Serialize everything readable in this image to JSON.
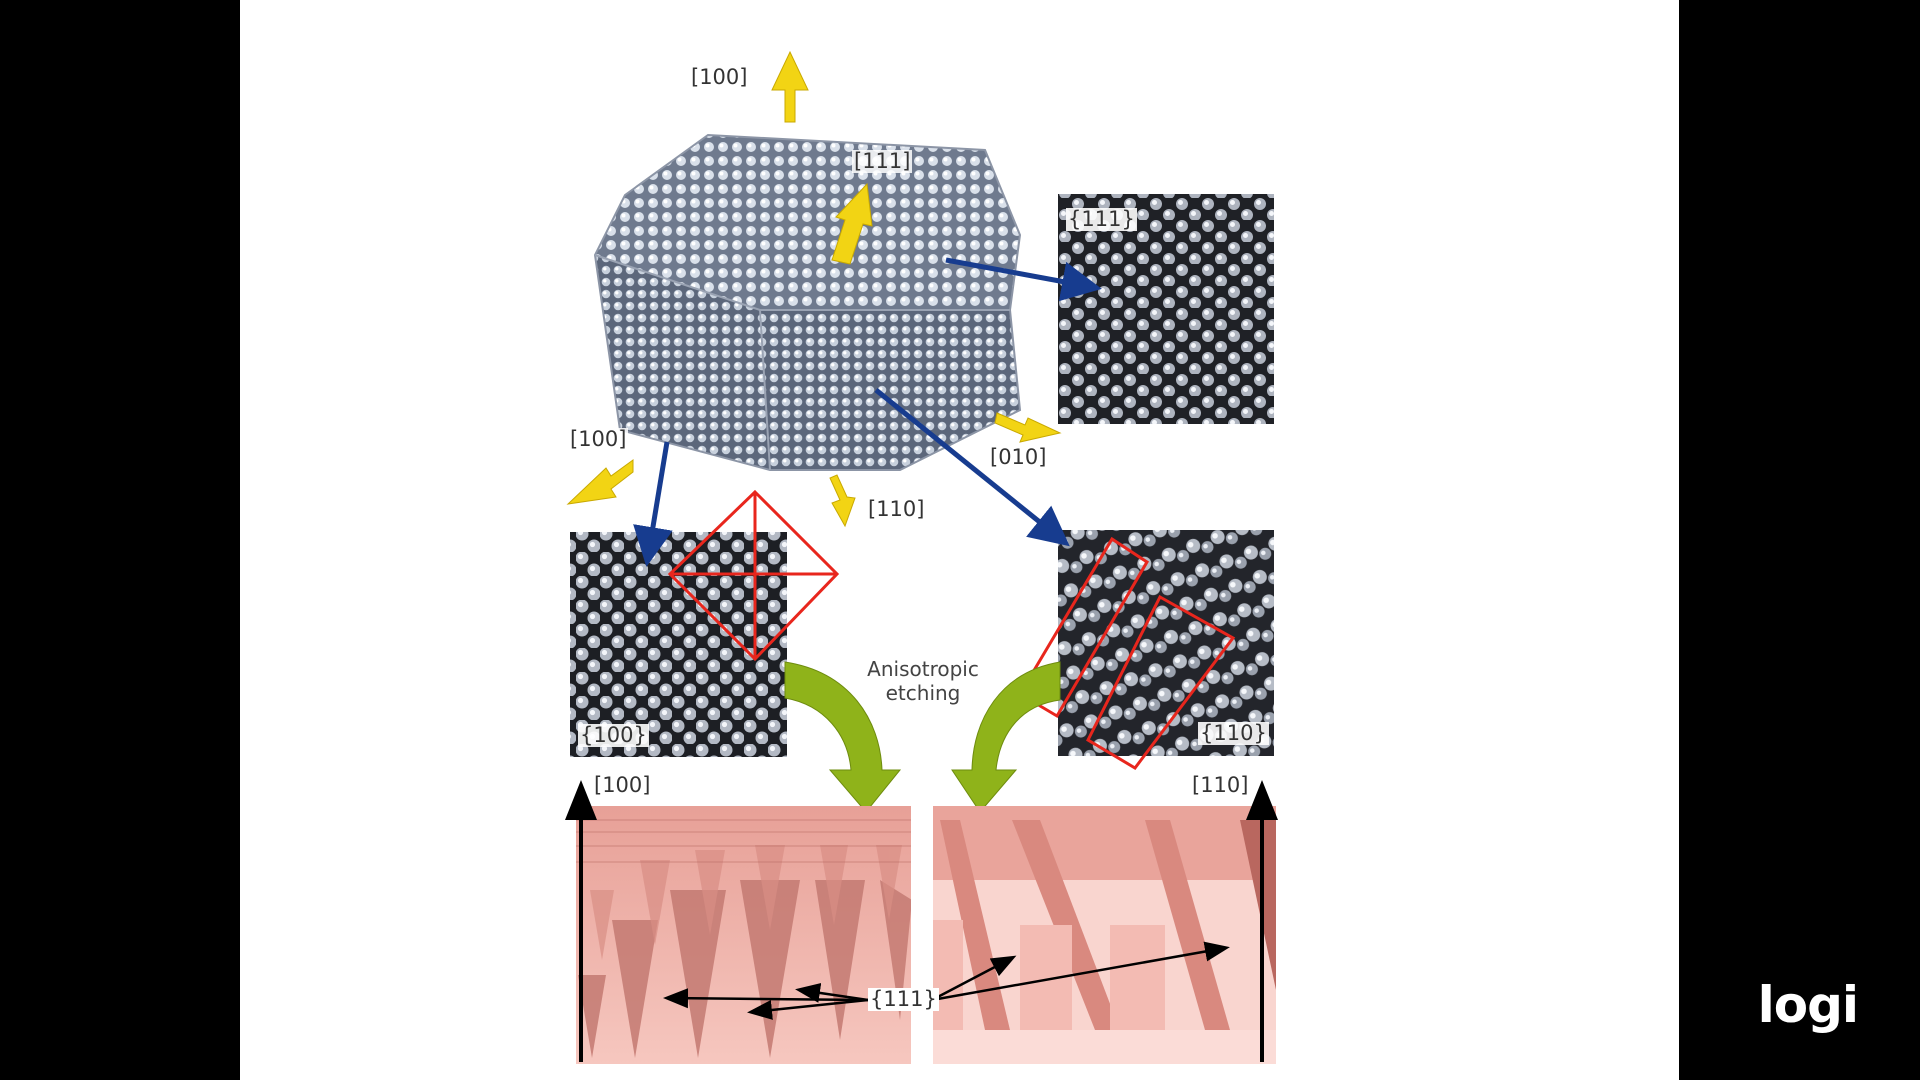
{
  "diagram": {
    "axis_labels": {
      "top_100": "[100]",
      "top_111": "[111]",
      "left_100": "[100]",
      "right_010": "[010]",
      "bottom_110": "[110]"
    },
    "plane_labels": {
      "p111": "{111}",
      "p100": "{100}",
      "p110": "{110}"
    },
    "caption_line1": "Anisotropic",
    "caption_line2": "etching",
    "height_axis_left": "[100]",
    "height_axis_right": "[110]",
    "facet_label": "{111}",
    "colors": {
      "axis_arrow": "#f2d414",
      "pointer_arrow": "#173c8f",
      "highlight": "#e8261d",
      "etch_arrow": "#8fb31a",
      "etched_surface": "#f2b2aa"
    }
  },
  "brand": "logi"
}
